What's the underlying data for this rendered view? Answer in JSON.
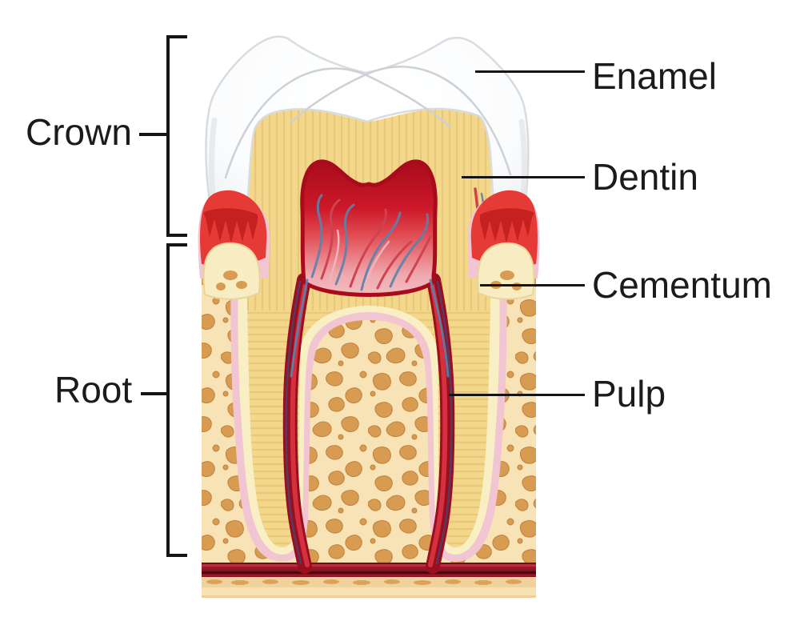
{
  "figure": {
    "type": "anatomical-diagram",
    "subject": "Human tooth cross-section (molar) in gum and jaw bone"
  },
  "labels": {
    "crown": "Crown",
    "root": "Root",
    "enamel": "Enamel",
    "dentin": "Dentin",
    "cementum": "Cementum",
    "pulp": "Pulp"
  },
  "colors": {
    "label_text": "#1b1b1b",
    "line": "#151515",
    "enamel_edge": "#d9dcdf",
    "occlusal_line": "#cdd1d5",
    "dentin_yellow": "#f3d78b",
    "dentin_stripe": "#dcb468",
    "cementum_cream": "#f9efc4",
    "ligament_pink": "#f2c5d3",
    "gum_red": "#e63a36",
    "gum_dark_red": "#c2201f",
    "gum_rim_pink": "#f6cfdb",
    "pulp_dark": "#a80c1c",
    "canal_red": "#9a0f1f",
    "canal_highlight": "#d4303e",
    "vein_purple": "#4a4472",
    "vessel_blue": "#5b82ad",
    "vessel_red": "#cf4252",
    "vessel_pink": "#f0b4ba",
    "bone_base": "#f8e3b6",
    "bone_patch": "#d79b51",
    "strip_tan": "#f1d29d",
    "strip_base": "#f8e2b2"
  }
}
